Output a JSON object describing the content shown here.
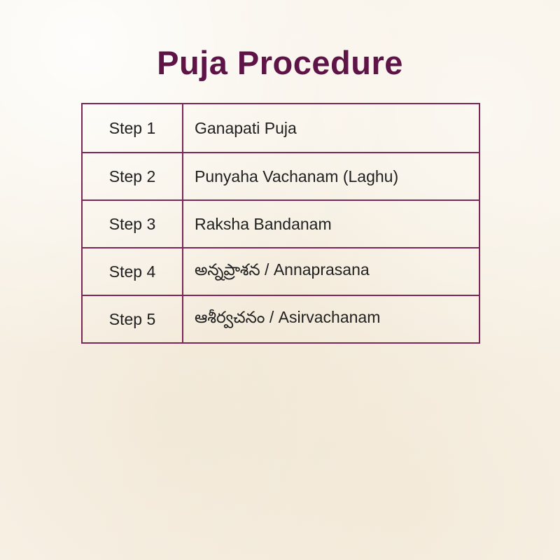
{
  "page": {
    "title": "Puja Procedure",
    "colors": {
      "background": "#f8f2e7",
      "title": "#5f1447",
      "table_border": "#7c2557",
      "text": "#1f1f1f"
    }
  },
  "table": {
    "rows": [
      {
        "step": "Step 1",
        "description": "Ganapati Puja"
      },
      {
        "step": "Step 2",
        "description": "Punyaha Vachanam (Laghu)"
      },
      {
        "step": "Step 3",
        "description": "Raksha Bandanam"
      },
      {
        "step": "Step 4",
        "description": "అన్నప్రాశన / Annaprasana"
      },
      {
        "step": "Step 5",
        "description": "ఆశీర్వచనం / Asirvachanam"
      }
    ]
  }
}
